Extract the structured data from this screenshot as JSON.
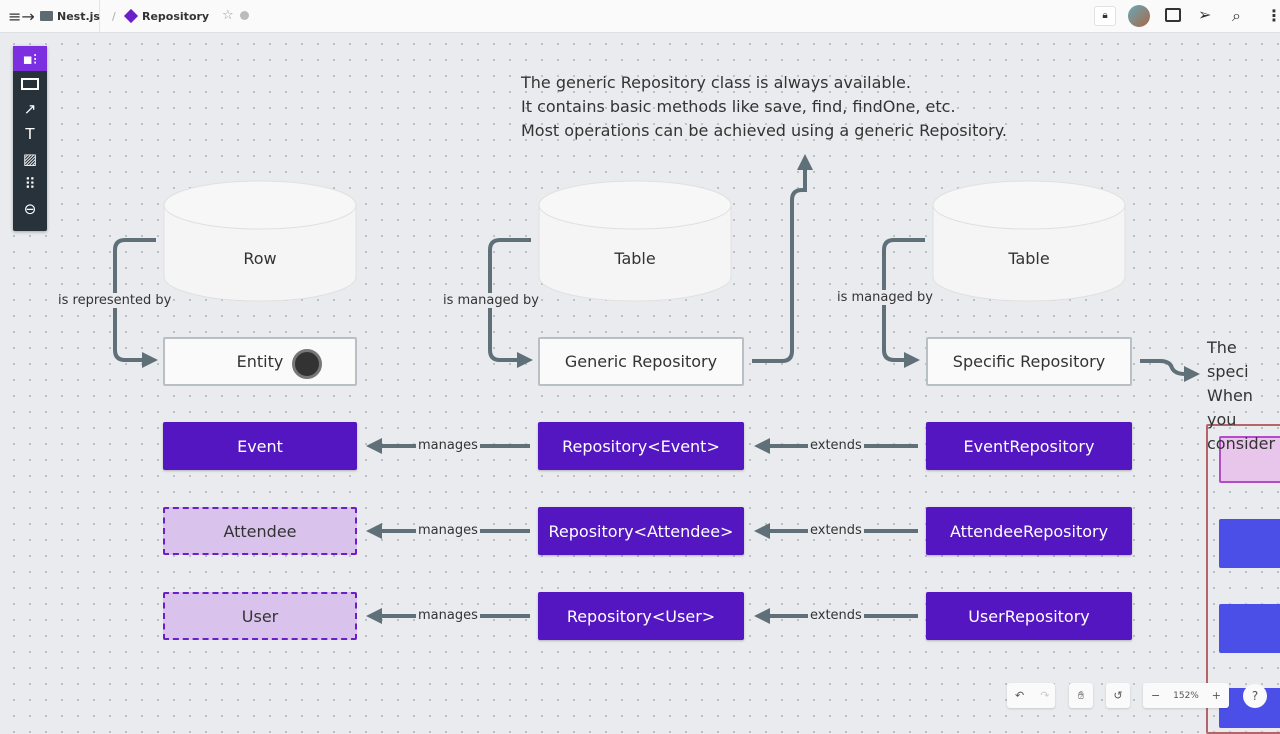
{
  "topbar": {
    "breadcrumb": [
      {
        "label": "Nest.js",
        "icon": "folder-icon"
      },
      {
        "label": "Repository",
        "icon": "board-icon"
      }
    ],
    "separator": "/"
  },
  "toolbar": {
    "tools": [
      "frames",
      "rectangle",
      "arrow",
      "text",
      "image",
      "grid",
      "link"
    ],
    "accent": "#7b2fe0"
  },
  "note_top": [
    "The generic Repository class is always available.",
    "It contains basic methods like save, find, findOne, etc.",
    "Most operations can be achieved using a generic Repository."
  ],
  "note_right": [
    "The speci",
    "When you",
    "consider"
  ],
  "cylinders": [
    "Row",
    "Table",
    "Table"
  ],
  "concepts": [
    "Entity",
    "Generic Repository",
    "Specific Repository"
  ],
  "relations": [
    "is represented by",
    "is managed by",
    "is managed by"
  ],
  "rows": [
    {
      "entity": "Event",
      "generic": "Repository<Event>",
      "specific": "EventRepository"
    },
    {
      "entity": "Attendee",
      "generic": "Repository<Attendee>",
      "specific": "AttendeeRepository"
    },
    {
      "entity": "User",
      "generic": "Repository<User>",
      "specific": "UserRepository"
    }
  ],
  "edge_labels": {
    "manages": "manages",
    "extends": "extends"
  },
  "zoom": "152%",
  "help": "?",
  "colors": {
    "purple": "#5316c1",
    "lavender": "#d9c3ec",
    "blue": "#4b4fe8",
    "connector": "#607078"
  }
}
